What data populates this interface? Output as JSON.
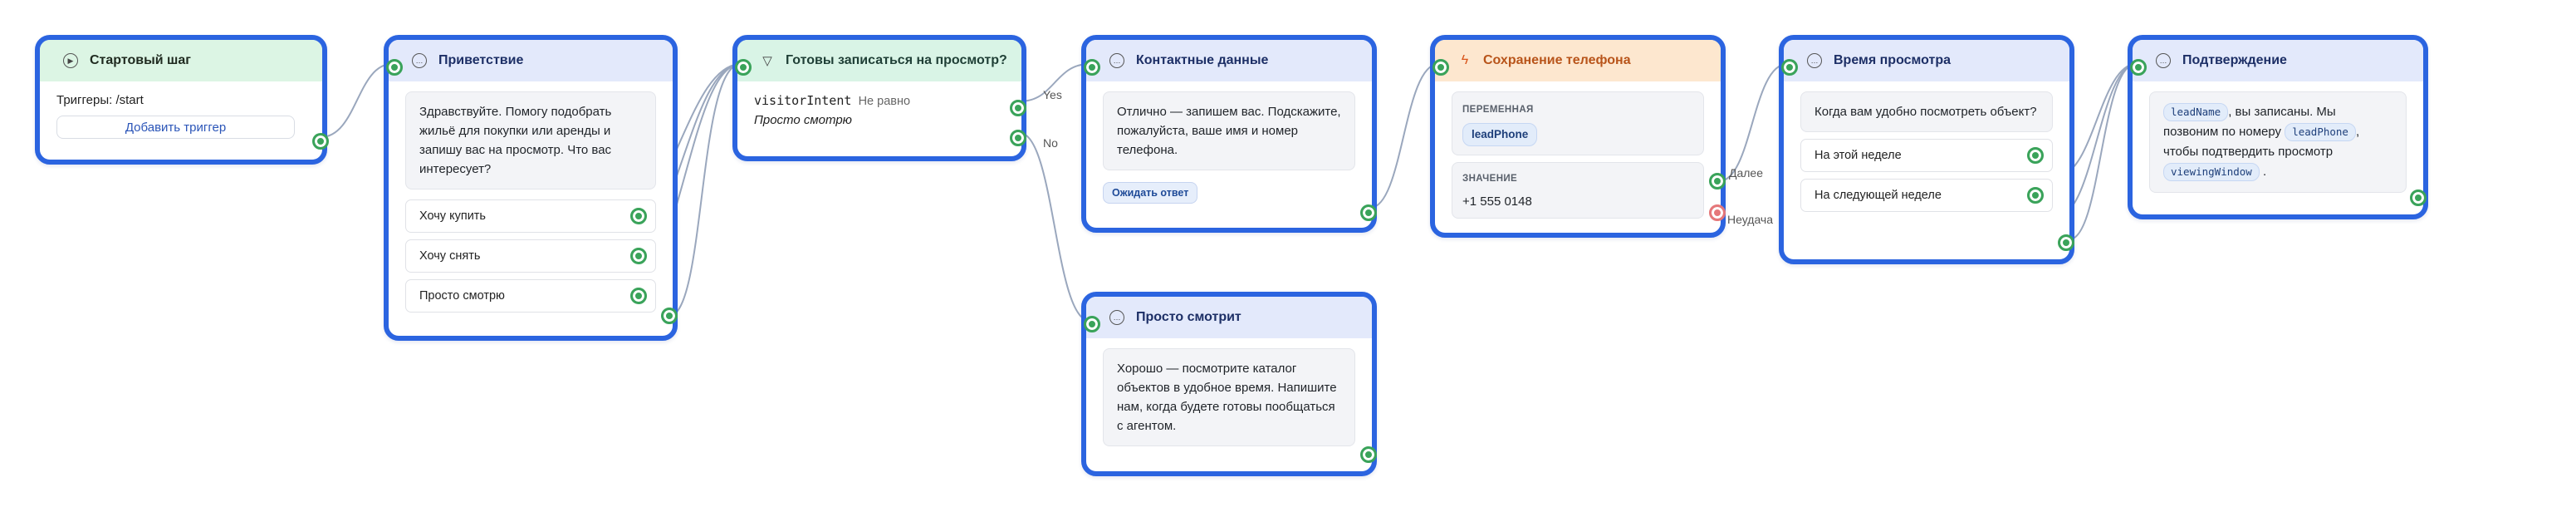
{
  "nodes": {
    "start": {
      "title": "Стартовый шаг",
      "triggers_text": "Триггеры: /start",
      "add_trigger_label": "Добавить триггер"
    },
    "greeting": {
      "title": "Приветствие",
      "message": "Здравствуйте. Помогу подобрать жильё для покупки или аренды и запишу вас на просмотр. Что вас интересует?",
      "options": [
        "Хочу купить",
        "Хочу снять",
        "Просто смотрю"
      ]
    },
    "condition": {
      "title": "Готовы записаться на просмотр?",
      "variable": "visitorIntent",
      "operator": "Не равно",
      "value": "Просто смотрю",
      "yes_label": "Yes",
      "no_label": "No"
    },
    "contact": {
      "title": "Контактные данные",
      "message": "Отлично — запишем вас. Подскажите, пожалуйста, ваше имя и номер телефона.",
      "await_label": "Ожидать ответ"
    },
    "browsing": {
      "title": "Просто смотрит",
      "message": "Хорошо — посмотрите каталог объектов в удобное время. Напишите нам, когда будете готовы пообщаться с агентом."
    },
    "save_phone": {
      "title": "Сохранение телефона",
      "variable_label": "ПЕРЕМЕННАЯ",
      "variable_value": "leadPhone",
      "value_label": "ЗНАЧЕНИЕ",
      "value_value": "+1 555 0148",
      "next_label": "Далее",
      "fail_label": "Неудача"
    },
    "viewing_time": {
      "title": "Время просмотра",
      "message": "Когда вам удобно посмотреть объект?",
      "options": [
        "На этой неделе",
        "На следующей неделе"
      ]
    },
    "confirm": {
      "title": "Подтверждение",
      "var_name": "leadName",
      "text_1": ", вы записаны. Мы позвоним по номеру",
      "var_phone": "leadPhone",
      "text_2": ", чтобы подтвердить просмотр",
      "var_window": "viewingWindow",
      "text_3": "."
    }
  },
  "icons": {
    "start": "play-circle-icon",
    "message": "chat-bubble-icon",
    "condition": "filter-icon",
    "set_variable": "lightning-icon"
  },
  "colors": {
    "node_border": "#2b64e0",
    "port_green": "#3aa35a",
    "port_red": "#e5787a",
    "edge": "#9aa7bd"
  }
}
